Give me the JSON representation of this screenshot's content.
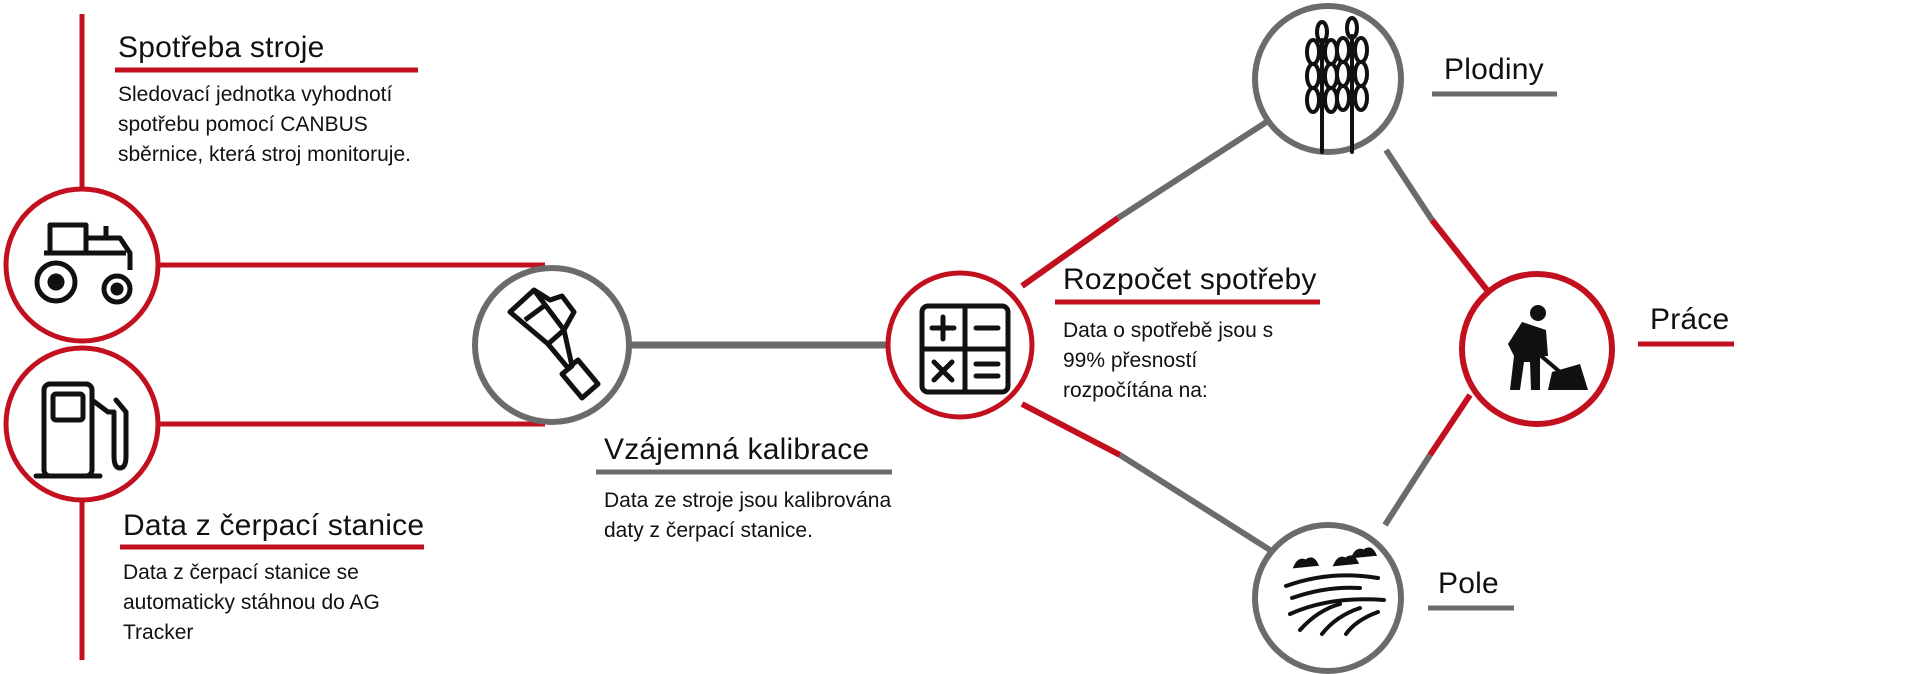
{
  "colors": {
    "red": "#c2101f",
    "gray": "#6b6b6b",
    "black": "#111111"
  },
  "machine": {
    "title": "Spotřeba stroje",
    "description": "Sledovací jednotka vyhodnotí spotřebu pomocí CANBUS sběrnice, která stroj monitoruje.",
    "icon": "tractor-icon"
  },
  "station": {
    "title": "Data z čerpací stanice",
    "description": "Data z čerpací stanice se automaticky stáhnou do AG Tracker",
    "icon": "fuel-pump-icon"
  },
  "calibration": {
    "title": "Vzájemná kalibrace",
    "description": "Data ze stroje jsou kalibrována daty z čerpací stanice.",
    "icon": "wrench-icon"
  },
  "budget": {
    "title": "Rozpočet spotřeby",
    "description": "Data o spotřebě jsou s 99% přesností rozpočítána na:",
    "icon": "calculator-icon"
  },
  "crops": {
    "label": "Plodiny",
    "icon": "wheat-icon"
  },
  "work": {
    "label": "Práce",
    "icon": "worker-shovel-icon"
  },
  "field": {
    "label": "Pole",
    "icon": "field-icon"
  }
}
